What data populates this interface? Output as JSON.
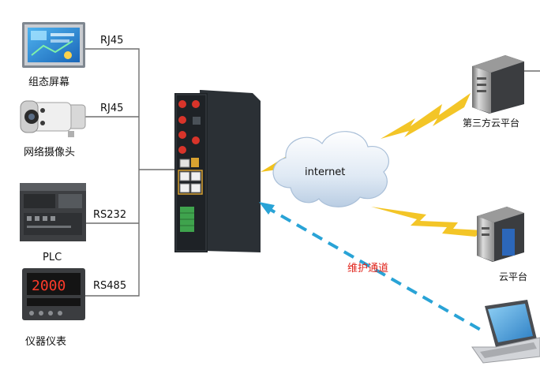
{
  "devices_left": [
    {
      "name": "组态屏幕",
      "port": "RJ45"
    },
    {
      "name": "网络摄像头",
      "port": "RJ45"
    },
    {
      "name": "PLC",
      "port": "RS232"
    },
    {
      "name": "仪器仪表",
      "port": "RS485"
    }
  ],
  "cloud_label": "internet",
  "platforms": [
    {
      "name": "第三方云平台"
    },
    {
      "name": "云平台"
    }
  ],
  "maintenance_label": "维护通道",
  "instrument_display": "2000",
  "colors": {
    "wire": "#6f6f6f",
    "lightning": "#f2c21b",
    "maintenance": "#29a3d6",
    "maintenance_text": "#e0241b",
    "gateway_body": "#1e2226"
  }
}
